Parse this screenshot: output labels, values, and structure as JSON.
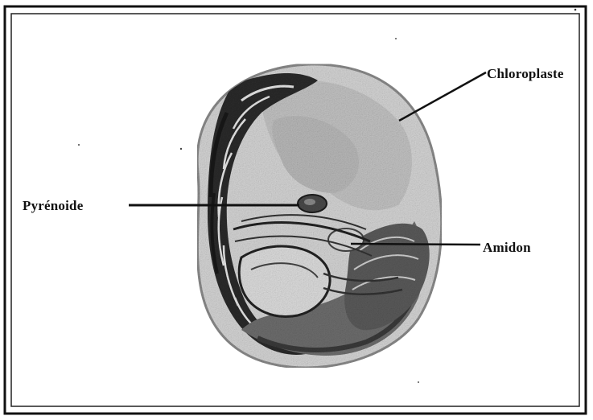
{
  "labels": {
    "chloroplast": "Chloroplaste",
    "pyrenoid": "Pyrénoide",
    "starch": "Amidon"
  }
}
